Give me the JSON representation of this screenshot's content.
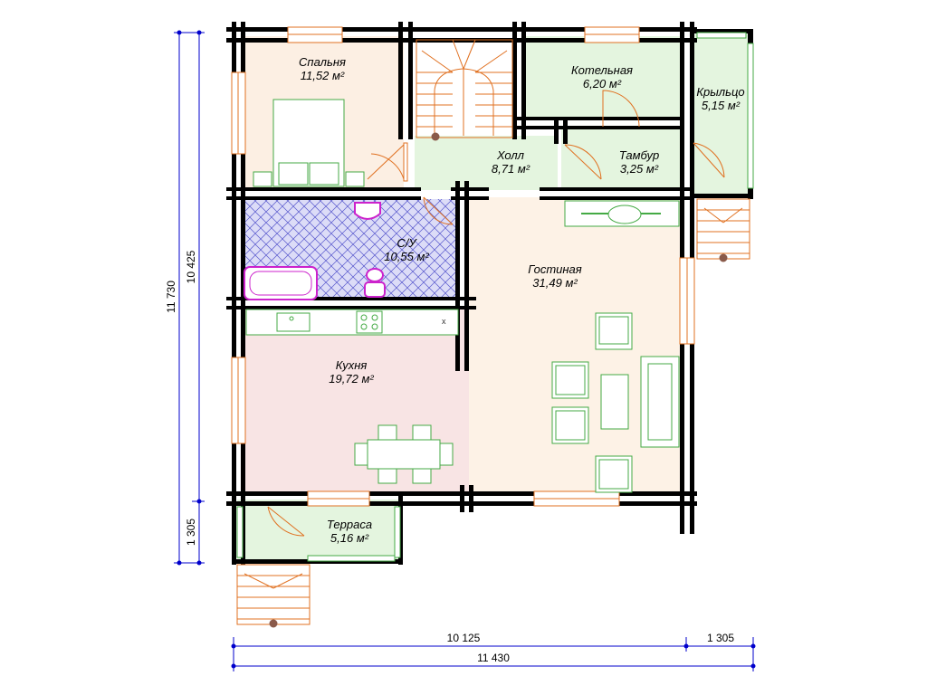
{
  "plan": {
    "rooms": [
      {
        "id": "bedroom",
        "name": "Спальня",
        "area": "11,52 м²"
      },
      {
        "id": "boiler",
        "name": "Котельная",
        "area": "6,20 м²"
      },
      {
        "id": "porch",
        "name": "Крыльцо",
        "area": "5,15 м²"
      },
      {
        "id": "hall",
        "name": "Холл",
        "area": "8,71 м²"
      },
      {
        "id": "vestibule",
        "name": "Тамбур",
        "area": "3,25 м²"
      },
      {
        "id": "bathroom",
        "name": "С/У",
        "area": "10,55 м²"
      },
      {
        "id": "living",
        "name": "Гостиная",
        "area": "31,49 м²"
      },
      {
        "id": "kitchen",
        "name": "Кухня",
        "area": "19,72 м²"
      },
      {
        "id": "terrace",
        "name": "Терраса",
        "area": "5,16 м²"
      }
    ],
    "dimensions": {
      "bottom_main": "10 125",
      "bottom_porch": "1 305",
      "bottom_total": "11 430",
      "left_main": "10 425",
      "left_terrace": "1 305",
      "left_total": "11 730"
    },
    "colors": {
      "bedroom": "#fcefe3",
      "green_rooms": "#e4f5df",
      "living": "#fdf2e6",
      "kitchen": "#f8e4e4",
      "bathroom": "#d8d8f5",
      "dimension_line": "#0000cc",
      "stair_line": "#e07020",
      "furniture": "#44aa44",
      "fixture": "#cc22cc"
    }
  }
}
